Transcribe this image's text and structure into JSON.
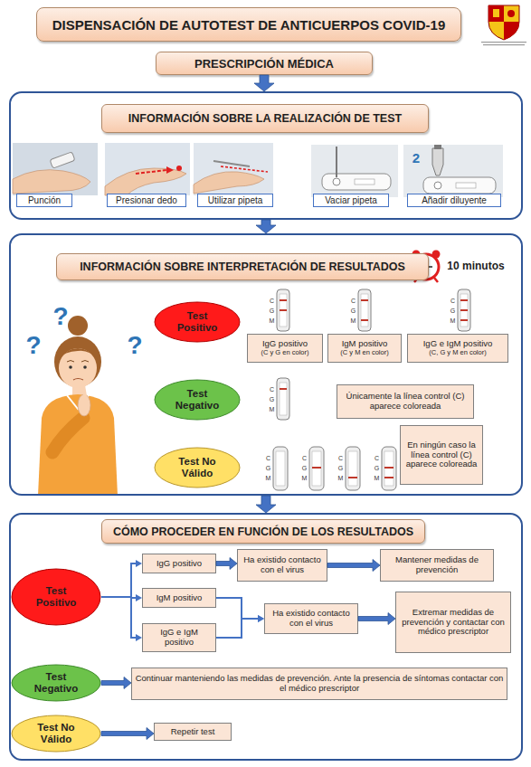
{
  "diagram": {
    "title": "DISPENSACIÓN DE AUTOTEST DE ANTICUERPOS COVID-19",
    "nodes": [
      {
        "text": [
          "PRESCRIPCIÓN MÉDICA"
        ]
      },
      {
        "text": [
          "INFORMACIÓN SOBRE LA REALIZACIÓN DE TEST"
        ]
      },
      {
        "text": [
          "Punción"
        ],
        "in": 1
      },
      {
        "text": [
          "Presionar dedo"
        ],
        "in": 1
      },
      {
        "text": [
          "Utilizar pipeta"
        ],
        "in": 1
      },
      {
        "text": [
          "Vaciar pipeta"
        ],
        "in": 1
      },
      {
        "text": [
          "Añadir diluyente"
        ],
        "in": 1
      },
      {
        "text": [
          "INFORMACIÓN SOBRE INTERPRETACIÓN DE RESULTADOS"
        ]
      },
      {
        "text": [
          "Test Positivo"
        ],
        "in": 7
      },
      {
        "text": [
          "IgG positivo",
          "(C y G en color)"
        ],
        "in": 7
      },
      {
        "text": [
          "IgM positivo",
          "(C y M en color)"
        ],
        "in": 7
      },
      {
        "text": [
          "IgG e IgM positivo",
          "(C, G y M en color)"
        ],
        "in": 7
      },
      {
        "text": [
          "Test Negativo"
        ],
        "in": 7
      },
      {
        "text": [
          "Únicamente la línea control (C) aparece coloreada"
        ],
        "in": 7
      },
      {
        "text": [
          "Test No Válido"
        ],
        "in": 7
      },
      {
        "text": [
          "En ningún caso la línea control (C) aparece coloreada"
        ],
        "in": 7
      },
      {
        "text": [
          "CÓMO PROCEDER EN FUNCIÓN DE LOS RESULTADOS"
        ]
      },
      {
        "text": [
          "Test Positivo"
        ],
        "in": 16
      },
      {
        "text": [
          "IgG positivo"
        ],
        "in": 16
      },
      {
        "text": [
          "Ha existido contacto con el virus"
        ],
        "in": 16
      },
      {
        "text": [
          "Mantener medidas de prevención"
        ],
        "in": 16
      },
      {
        "text": [
          "IgM positivo"
        ],
        "in": 16
      },
      {
        "text": [
          "IgG e IgM positivo"
        ],
        "in": 16
      },
      {
        "text": [
          "Ha existido contacto con el virus"
        ],
        "in": 16
      },
      {
        "text": [
          "Extremar medidas de prevención y contactar con médico prescriptor"
        ],
        "in": 16
      },
      {
        "text": [
          "Test Negativo"
        ],
        "in": 16
      },
      {
        "text": [
          "Continuar manteniendo las medidas de prevención. Ante la presencia de síntomas contactar con el médico prescriptor"
        ],
        "in": 16
      },
      {
        "text": [
          "Test No Válido"
        ],
        "in": 16
      },
      {
        "text": [
          "Repetir test"
        ],
        "in": 16
      }
    ],
    "edges": [
      {
        "from": 0,
        "to": 1,
        "arrow": "to"
      },
      {
        "from": 1,
        "to": 7,
        "arrow": "to"
      },
      {
        "from": 7,
        "to": 16,
        "arrow": "to"
      },
      {
        "from": 17,
        "to": 18,
        "arrow": "to"
      },
      {
        "from": 17,
        "to": 21,
        "arrow": "to"
      },
      {
        "from": 17,
        "to": 22,
        "arrow": "to"
      },
      {
        "from": 18,
        "to": 19,
        "arrow": "to"
      },
      {
        "from": 19,
        "to": 20,
        "arrow": "to"
      },
      {
        "from": 21,
        "to": 23,
        "arrow": "to"
      },
      {
        "from": 22,
        "to": 23,
        "arrow": "to"
      },
      {
        "from": 23,
        "to": 24,
        "arrow": "to"
      },
      {
        "from": 25,
        "to": 26,
        "arrow": "to"
      },
      {
        "from": 27,
        "to": 28,
        "arrow": "to"
      }
    ],
    "labels": [
      "10 minutos",
      "?",
      "?",
      "?",
      "2",
      "C",
      "G",
      "M",
      "C",
      "G",
      "M",
      "C",
      "G",
      "M",
      "C",
      "G",
      "M",
      "C",
      "G",
      "M",
      "C",
      "G",
      "M",
      "C",
      "G",
      "M",
      "C",
      "G",
      "M"
    ]
  }
}
